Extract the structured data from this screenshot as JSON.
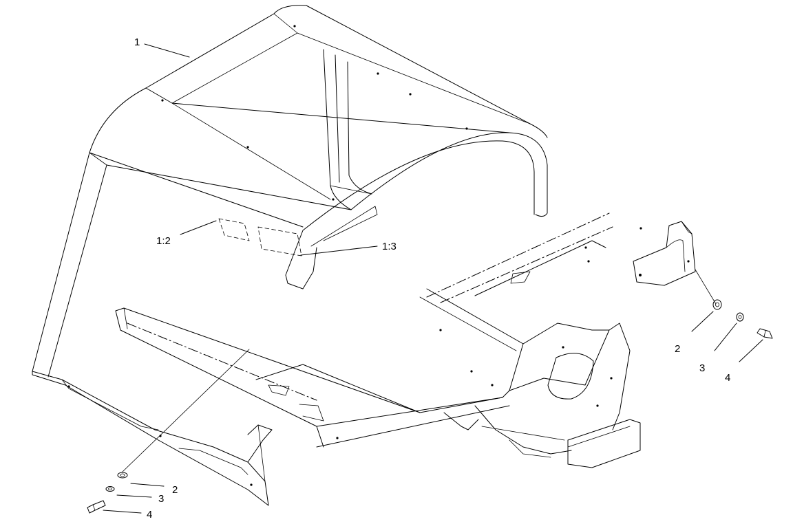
{
  "callouts": {
    "c1": "1",
    "c1_2": "1:2",
    "c1_3": "1:3",
    "c2_left": "2",
    "c3_left": "3",
    "c4_left": "4",
    "c2_right": "2",
    "c3_right": "3",
    "c4_right": "4"
  }
}
